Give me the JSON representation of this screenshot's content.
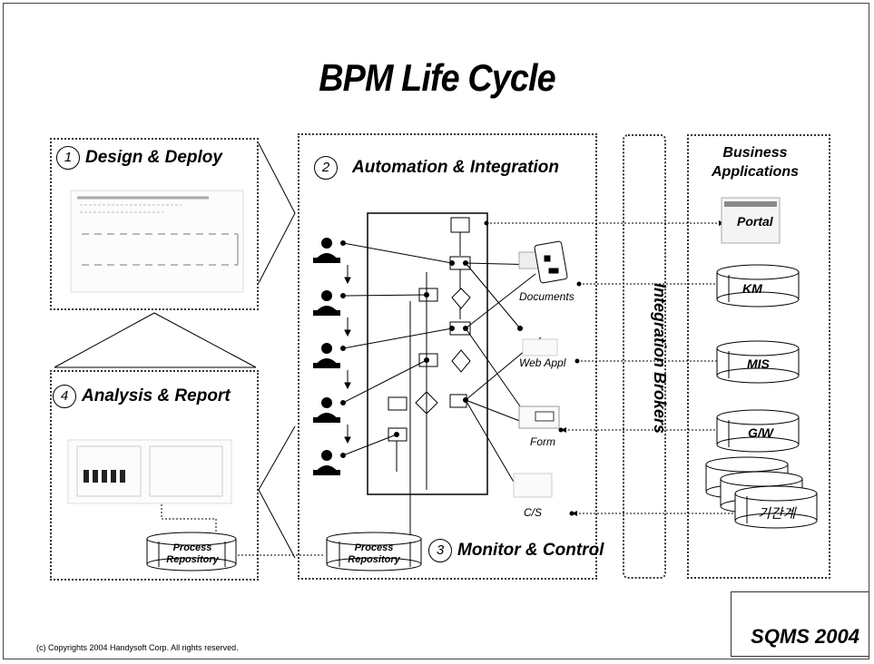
{
  "title": "BPM Life Cycle",
  "steps": {
    "design": {
      "num": "1",
      "label": "Design & Deploy"
    },
    "automation": {
      "num": "2",
      "label": "Automation & Integration"
    },
    "monitor": {
      "num": "3",
      "label": "Monitor & Control"
    },
    "analysis": {
      "num": "4",
      "label": "Analysis & Report"
    }
  },
  "repository_label_1": "Process",
  "repository_label_2": "Repository",
  "integration_brokers": "Integration Brokers",
  "business_apps": {
    "line1": "Business",
    "line2": "Applications"
  },
  "apps": [
    "Portal",
    "KM",
    "MIS",
    "G/W",
    "기간계"
  ],
  "connectors": [
    "Documents",
    "Web Appl",
    "Form",
    "C/S"
  ],
  "copyright": "(c) Copyrights 2004 Handysoft Corp. All rights reserved.",
  "badge": "SQMS 2004"
}
